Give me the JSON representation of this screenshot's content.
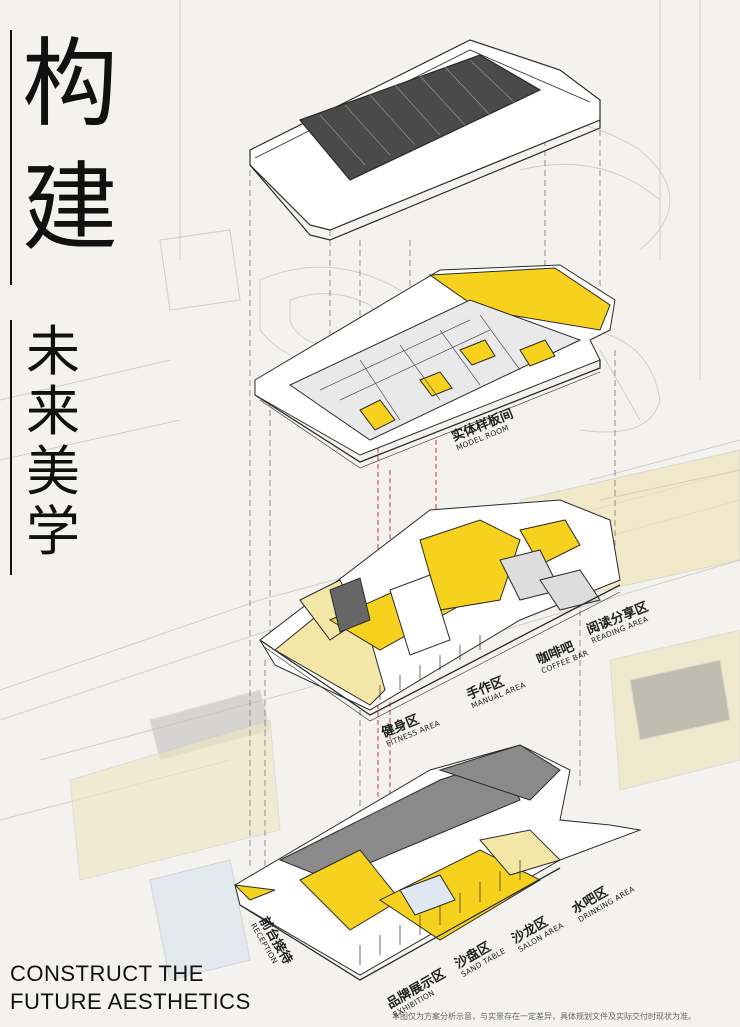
{
  "title": {
    "line1": "构",
    "line2": "建",
    "line3": [
      "未",
      "来",
      "美",
      "学"
    ]
  },
  "subtitle_en": {
    "line1": "CONSTRUCT THE",
    "line2": "FUTURE AESTHETICS"
  },
  "disclaimer": "本图仅为方案分析示意，与实景存在一定差异，具体规划文件及实际交付时现状为准。",
  "labels": {
    "model_room": {
      "zh": "实体样板间",
      "en": "MODEL ROOM"
    },
    "fitness": {
      "zh": "健身区",
      "en": "FITNESS AREA"
    },
    "manual": {
      "zh": "手作区",
      "en": "MANUAL AREA"
    },
    "coffee": {
      "zh": "咖啡吧",
      "en": "COFFEE BAR"
    },
    "reading": {
      "zh": "阅读分享区",
      "en": "READING AREA"
    },
    "reception": {
      "zh": "前台接待",
      "en": "RECEPTION"
    },
    "exhibition": {
      "zh": "品牌展示区",
      "en": "EXHIBITION"
    },
    "sand_table": {
      "zh": "沙盘区",
      "en": "SAND TABLE"
    },
    "salon": {
      "zh": "沙龙区",
      "en": "SALON AREA"
    },
    "drinking": {
      "zh": "水吧区",
      "en": "DRINKING AREA"
    }
  },
  "colors": {
    "background": "#f3f2ee",
    "accent_yellow": "#f6d21f",
    "light_yellow": "#f4e6a6",
    "line": "#2a2a2a",
    "dark_fill": "#8a8a8a",
    "red_guide": "#d9352c"
  }
}
